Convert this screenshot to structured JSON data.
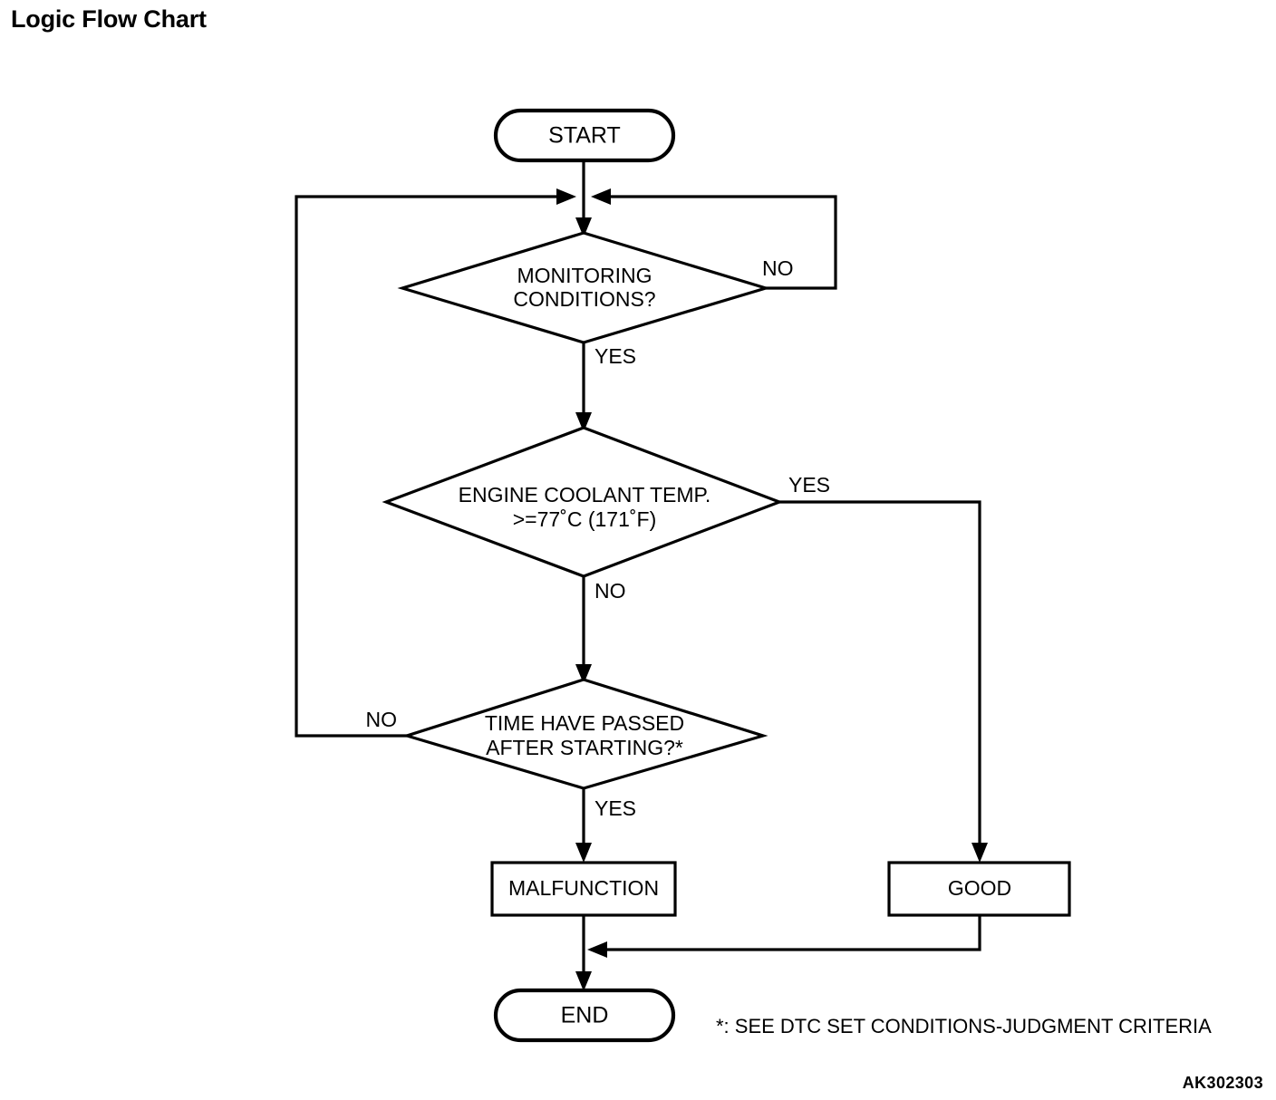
{
  "page": {
    "title": "Logic Flow Chart",
    "figure_code": "AK302303",
    "footnote": "*: SEE DTC SET CONDITIONS-JUDGMENT CRITERIA"
  },
  "chart_data": {
    "type": "diagram",
    "title": "Logic Flow Chart",
    "nodes": {
      "start": {
        "label": "START",
        "shape": "terminal"
      },
      "monitoring": {
        "label_line1": "MONITORING",
        "label_line2": "CONDITIONS?",
        "shape": "decision"
      },
      "coolant": {
        "label_line1": "ENGINE COOLANT TEMP.",
        "label_line2": ">=77˚C (171˚F)",
        "shape": "decision"
      },
      "time": {
        "label_line1": "TIME HAVE PASSED",
        "label_line2": "AFTER STARTING?*",
        "shape": "decision"
      },
      "malfunction": {
        "label": "MALFUNCTION",
        "shape": "process"
      },
      "good": {
        "label": "GOOD",
        "shape": "process"
      },
      "end": {
        "label": "END",
        "shape": "terminal"
      }
    },
    "branch_labels": {
      "monitoring_no": "NO",
      "monitoring_yes": "YES",
      "coolant_yes": "YES",
      "coolant_no": "NO",
      "time_no": "NO",
      "time_yes": "YES"
    },
    "edges": [
      {
        "from": "start",
        "to": "monitoring",
        "label": ""
      },
      {
        "from": "monitoring",
        "to": "monitoring",
        "label": "NO"
      },
      {
        "from": "monitoring",
        "to": "coolant",
        "label": "YES"
      },
      {
        "from": "coolant",
        "to": "good",
        "label": "YES"
      },
      {
        "from": "coolant",
        "to": "time",
        "label": "NO"
      },
      {
        "from": "time",
        "to": "monitoring",
        "label": "NO"
      },
      {
        "from": "time",
        "to": "malfunction",
        "label": "YES"
      },
      {
        "from": "malfunction",
        "to": "end",
        "label": ""
      },
      {
        "from": "good",
        "to": "end",
        "label": ""
      }
    ],
    "colors": {
      "stroke": "#000000",
      "fill": "#ffffff",
      "text": "#000000"
    }
  }
}
